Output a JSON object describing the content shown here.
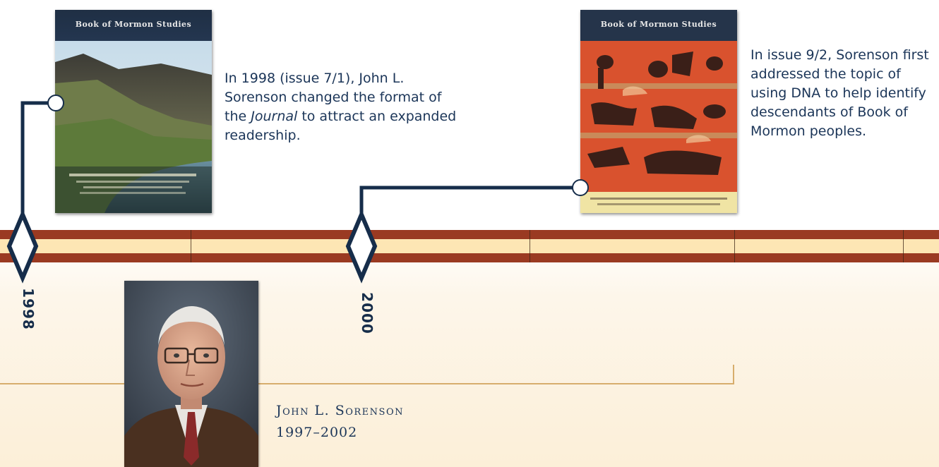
{
  "timeline": {
    "years": [
      "1998",
      "2000"
    ]
  },
  "covers": [
    {
      "masthead": "Book of Mormon Studies",
      "theme": "landscape-river"
    },
    {
      "masthead": "Book of Mormon Studies",
      "theme": "egyptian-painting"
    }
  ],
  "captions": {
    "first": {
      "before_italic": "In 1998 (issue 7/1), John L. Sorenson changed the format of the ",
      "italic": "Journal",
      "after_italic": " to attract an expanded readership."
    },
    "second": "In issue 9/2, Sorenson first addressed the topic of using DNA to help identify descendants of Book of Mormon peoples."
  },
  "editor": {
    "name": "John L. Sorenson",
    "tenure": "1997–2002"
  },
  "colors": {
    "band_dark": "#9a3a22",
    "band_light": "#fde6b4",
    "navy": "#1b3558",
    "bracket": "#d7ad6c"
  }
}
